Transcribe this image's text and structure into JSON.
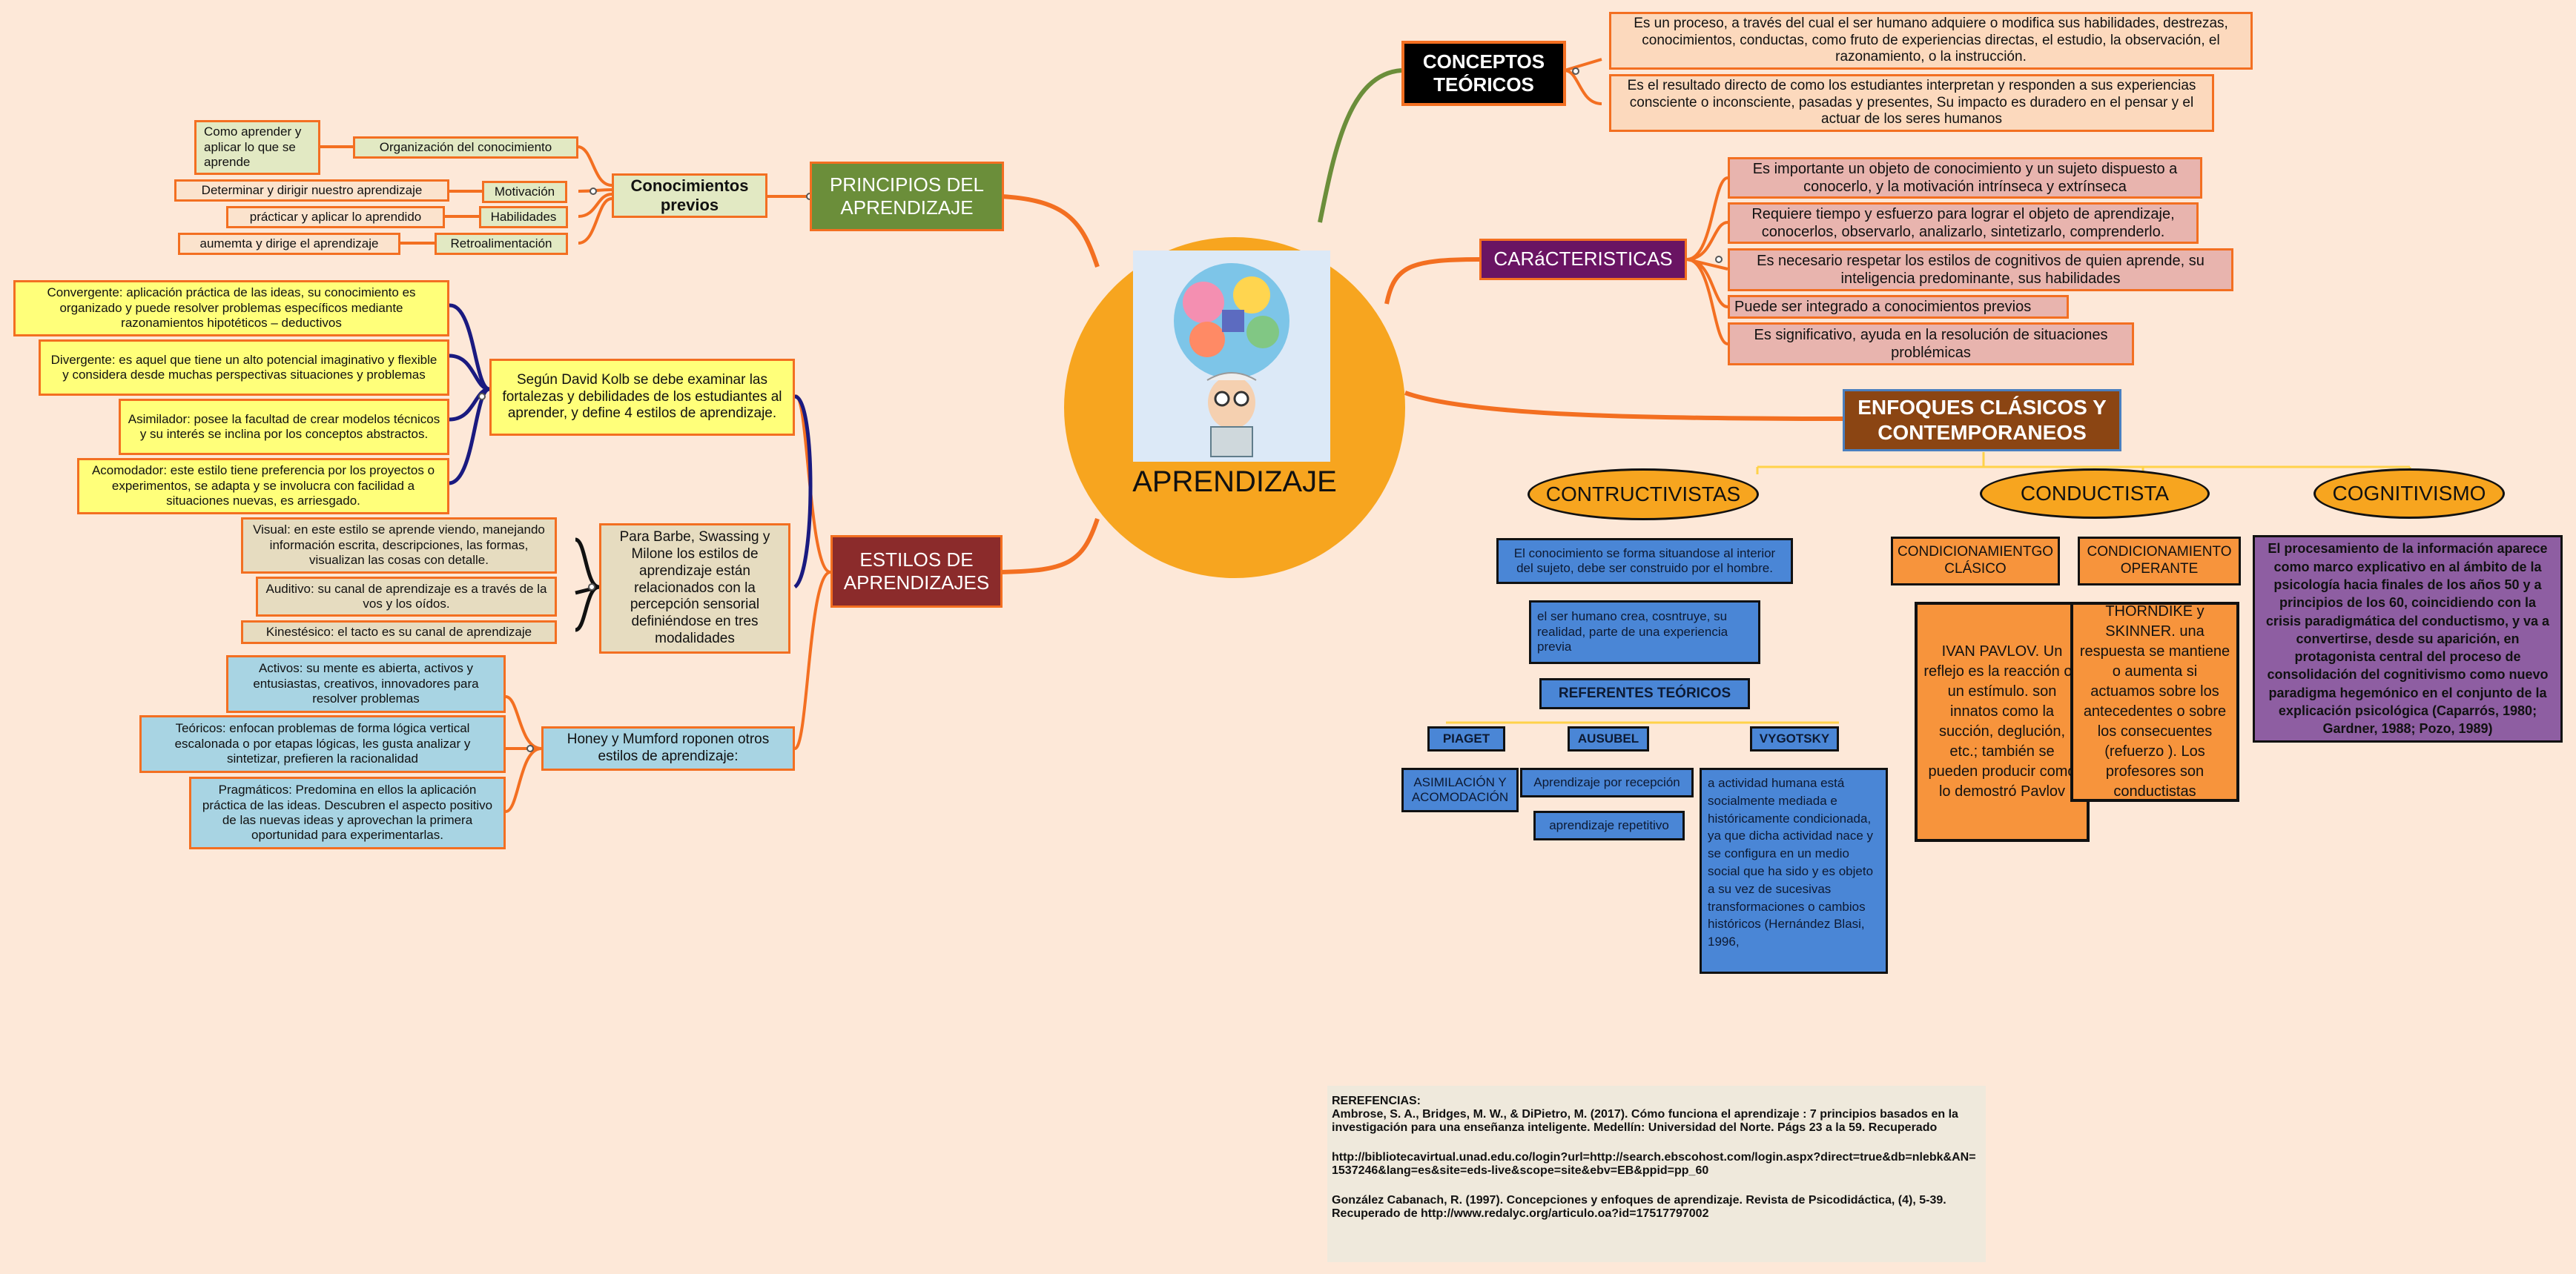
{
  "center": {
    "title": "APRENDIZAJE",
    "image": "brain-idea-illustration"
  },
  "conceptos": {
    "header": "CONCEPTOS TEÓRICOS",
    "items": [
      "Es un proceso, a través del cual el ser humano adquiere o modifica sus habilidades, destrezas, conocimientos, conductas, como fruto de experiencias directas, el estudio, la observación, el razonamiento, o la instrucción.",
      "Es el resultado directo de como los estudiantes interpretan y responden a sus experiencias consciente o inconsciente, pasadas y presentes, Su impacto es duradero en el pensar y el actuar de los seres humanos"
    ]
  },
  "caracteristicas": {
    "header": "CARáCTERISTICAS",
    "items": [
      "Es importante un objeto de conocimiento y un sujeto dispuesto a conocerlo, y la motivación intrínseca y extrínseca",
      "Requiere tiempo y esfuerzo para lograr el objeto de aprendizaje, conocerlos, observarlo, analizarlo, sintetizarlo, comprenderlo.",
      "Es necesario respetar los estilos de cognitivos de quien aprende, su inteligencia predominante, sus habilidades",
      "Puede ser integrado a conocimientos previos",
      "Es significativo, ayuda en la resolución de situaciones problémicas"
    ]
  },
  "principios": {
    "header": "PRINCIPIOS DEL APRENDIZAJE",
    "sub": "Conocimientos previos",
    "items": [
      "Organización del conocimiento",
      "Motivación",
      "Habilidades",
      "Retroalimentación"
    ],
    "details": [
      "Como aprender y aplicar lo que se aprende",
      "Determinar y dirigir nuestro aprendizaje",
      "prácticar y aplicar lo aprendido",
      "aumemta y dirige el aprendizaje"
    ]
  },
  "estilos": {
    "header": "ESTILOS DE APRENDIZAJES",
    "kolb": {
      "text": "Según David Kolb se debe examinar las fortalezas y debilidades de los estudiantes al aprender, y define 4 estilos de aprendizaje.",
      "items": [
        "Convergente: aplicación práctica de las ideas, su conocimiento es organizado y puede resolver problemas específicos mediante razonamientos hipotéticos – deductivos",
        "Divergente: es aquel que tiene un alto potencial imaginativo y flexible y considera desde muchas perspectivas situaciones y problemas",
        "Asimilador: posee la facultad de crear modelos técnicos y su interés se inclina por los conceptos abstractos.",
        "Acomodador: este estilo tiene preferencia por los proyectos o experimentos, se adapta y se involucra con facilidad a situaciones nuevas, es arriesgado."
      ]
    },
    "barbe": {
      "text": "Para Barbe, Swassing y Milone los estilos de aprendizaje están relacionados con la percepción sensorial definiéndose en tres modalidades",
      "items": [
        "Visual: en este estilo se aprende viendo, manejando información escrita, descripciones, las formas, visualizan las cosas con detalle.",
        "Auditivo: su canal de aprendizaje es a través de la vos y los oídos.",
        "Kinestésico: el tacto es su canal de aprendizaje"
      ]
    },
    "honey": {
      "text": "Honey y Mumford roponen otros estilos de aprendizaje:",
      "items": [
        "Activos: su mente es abierta, activos y entusiastas, creativos, innovadores para resolver problemas",
        "Teóricos:  enfocan  problemas de forma lógica vertical escalonada o por etapas lógicas, les gusta analizar y sintetizar, prefieren la racionalidad",
        "Pragmáticos: Predomina en ellos la aplicación práctica de las ideas. Descubren el aspecto positivo de las nuevas ideas y aprovechan la primera oportunidad para experimentarlas."
      ]
    }
  },
  "enfoques": {
    "header": "ENFOQUES CLÁSICOS Y CONTEMPORANEOS",
    "constructivistas": {
      "title": "CONTRUCTIVISTAS",
      "items": [
        "El conocimiento se forma situandose al interior del sujeto, debe ser construido por el hombre.",
        "el ser humano crea, cosntruye, su realidad, parte de una experiencia previa"
      ],
      "referentes": "REFERENTES TEÓRICOS",
      "authors": [
        "PIAGET",
        "AUSUBEL",
        "VYGOTSKY"
      ],
      "piaget": "ASIMILACIÓN Y ACOMODACIÓN",
      "ausubel": [
        "Aprendizaje por recepción",
        "aprendizaje repetitivo"
      ],
      "vygotsky": "a actividad humana está socialmente mediada e históricamente condicionada, ya que dicha actividad nace y se configura en un medio social que ha sido y es objeto a su vez de sucesivas transformaciones o cambios históricos (Hernández Blasi, 1996,"
    },
    "conductista": {
      "title": "CONDUCTISTA",
      "clasico": "CONDICIONAMIENTGO CLÁSICO",
      "operante": "CONDICIONAMIENTO OPERANTE",
      "pavlov": "IVAN PAVLOV. Un reflejo es la reacción oa un estímulo.  son innatos como la succión, deglución, etc.; también se pueden producir como lo demostró Pavlov",
      "thorndike": "THORNDIKE y SKINNER. una respuesta se mantiene o aumenta si actuamos sobre los antecedentes o sobre los consecuentes (refuerzo ). Los profesores son conductistas"
    },
    "cognitivismo": {
      "title": "COGNITIVISMO",
      "text": "El procesamiento de la información aparece como marco explicativo en al ámbito de la psicología hacia finales de los años 50 y a principios de los 60, coincidiendo con la crisis paradigmática del conductismo, y va a convertirse, desde su aparición, en protagonista central del proceso de consolidación del cognitivismo como nuevo paradigma hegemónico en el conjunto de la explicación psicológica (Caparrós, 1980; Gardner, 1988; Pozo, 1989)"
    }
  },
  "references": {
    "heading": "REREFENCIAS:",
    "ref1": "Ambrose, S. A., Bridges, M. W., & DiPietro, M. (2017). Cómo funciona el aprendizaje : 7 principios basados en la investigación para una enseñanza inteligente. Medellín: Universidad del Norte. Págs 23 a la 59. Recuperado",
    "url1": "http://bibliotecavirtual.unad.edu.co/login?url=http://search.ebscohost.com/login.aspx?direct=true&db=nlebk&AN=1537246&lang=es&site=eds-live&scope=site&ebv=EB&ppid=pp_60",
    "ref2": "González Cabanach, R. (1997). Concepciones y enfoques de aprendizaje. Revista de Psicodidáctica, (4), 5-39. Recuperado de http://www.redalyc.org/articulo.oa?id=17517797002"
  },
  "colors": {
    "background": "#fde8d8",
    "center": "#f7a51f",
    "branch_line": "#f36f21",
    "kolb_line": "#1a1a80",
    "concept_line": "#6b8e3a"
  }
}
